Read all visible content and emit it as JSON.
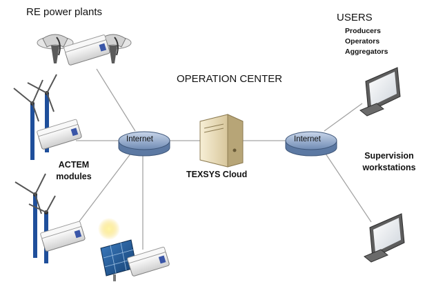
{
  "labels": {
    "re_power_plants": "RE power plants",
    "users_title": "USERS",
    "users_list": [
      "Producers",
      "Operators",
      "Aggregators"
    ],
    "operation_center": "OPERATION CENTER",
    "texsys_cloud": "TEXSYS Cloud",
    "actem_modules": [
      "ACTEM",
      "modules"
    ],
    "supervision_workstations": [
      "Supervision",
      "workstations"
    ],
    "internet_left": "Internet",
    "internet_right": "Internet"
  },
  "colors": {
    "router_fill": "#7c95ba",
    "router_top": "#b7c8df",
    "line": "#9a9a9a",
    "server_body": "#efe3bf",
    "module_body": "#f4f4f2",
    "module_accent": "#3a56a8",
    "turbine_tower": "#1f4f9b",
    "solar_panel": "#1f5a95",
    "sun": "#f2d21e"
  }
}
